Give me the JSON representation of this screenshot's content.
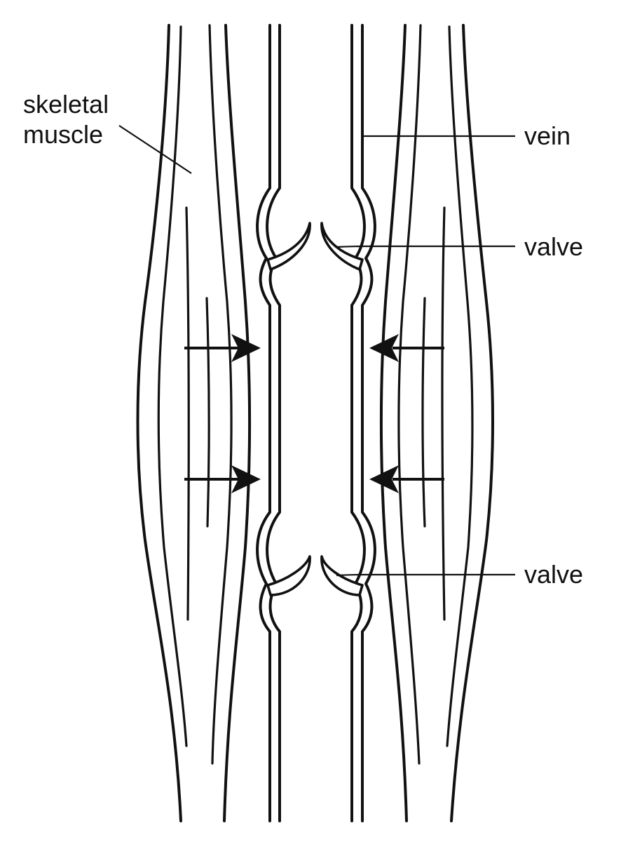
{
  "labels": {
    "skeletal_muscle_line1": "skeletal",
    "skeletal_muscle_line2": "muscle",
    "vein": "vein",
    "valve_upper": "valve",
    "valve_lower": "valve"
  },
  "colors": {
    "ink": "#111111",
    "background": "#ffffff"
  }
}
